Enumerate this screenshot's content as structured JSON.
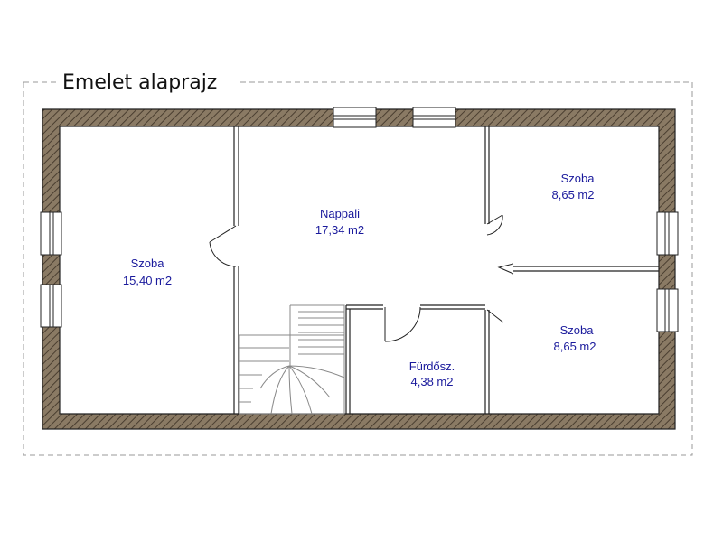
{
  "title": "Emelet alaprajz",
  "rooms": [
    {
      "id": "szoba-left",
      "name": "Szoba",
      "area": "15,40 m2"
    },
    {
      "id": "nappali",
      "name": "Nappali",
      "area": "17,34 m2"
    },
    {
      "id": "szoba-top-right",
      "name": "Szoba",
      "area": "8,65 m2"
    },
    {
      "id": "szoba-bottom-right",
      "name": "Szoba",
      "area": "8,65 m2"
    },
    {
      "id": "furdo",
      "name": "Fürdősz.",
      "area": "4,38 m2"
    }
  ],
  "colors": {
    "wall_fill": "#7a6a55",
    "wall_line": "#222222",
    "label": "#1a1a9c",
    "boundary": "#999999",
    "stairs": "#888888"
  }
}
